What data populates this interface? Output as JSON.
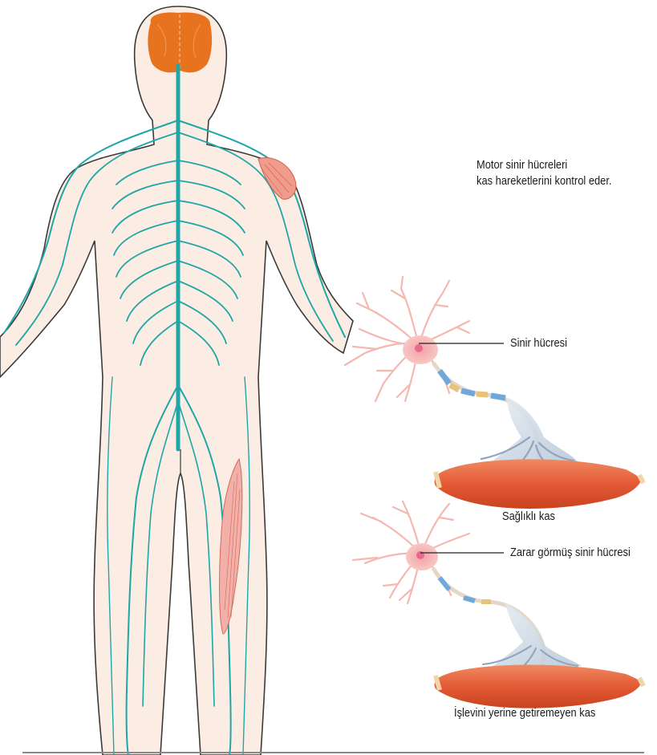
{
  "labels": {
    "motor_line1": "Motor sinir hücreleri",
    "motor_line2": "kas hareketlerini kontrol eder.",
    "nerve_cell": "Sinir hücresi",
    "healthy_muscle": "Sağlıklı kas",
    "damaged_nerve_cell": "Zarar görmüş sinir hücresi",
    "nonfunctional_muscle": "İşlevini yerine getiremeyen kas"
  },
  "colors": {
    "skin": "#fbece4",
    "outline": "#3a3a3a",
    "nerve": "#1fa6a6",
    "brain": "#e8731f",
    "muscle": "#e85a3a",
    "neuron": "#f7b6b6",
    "axon_blue": "#6fa8dc",
    "axon_gold": "#e9c27a"
  }
}
